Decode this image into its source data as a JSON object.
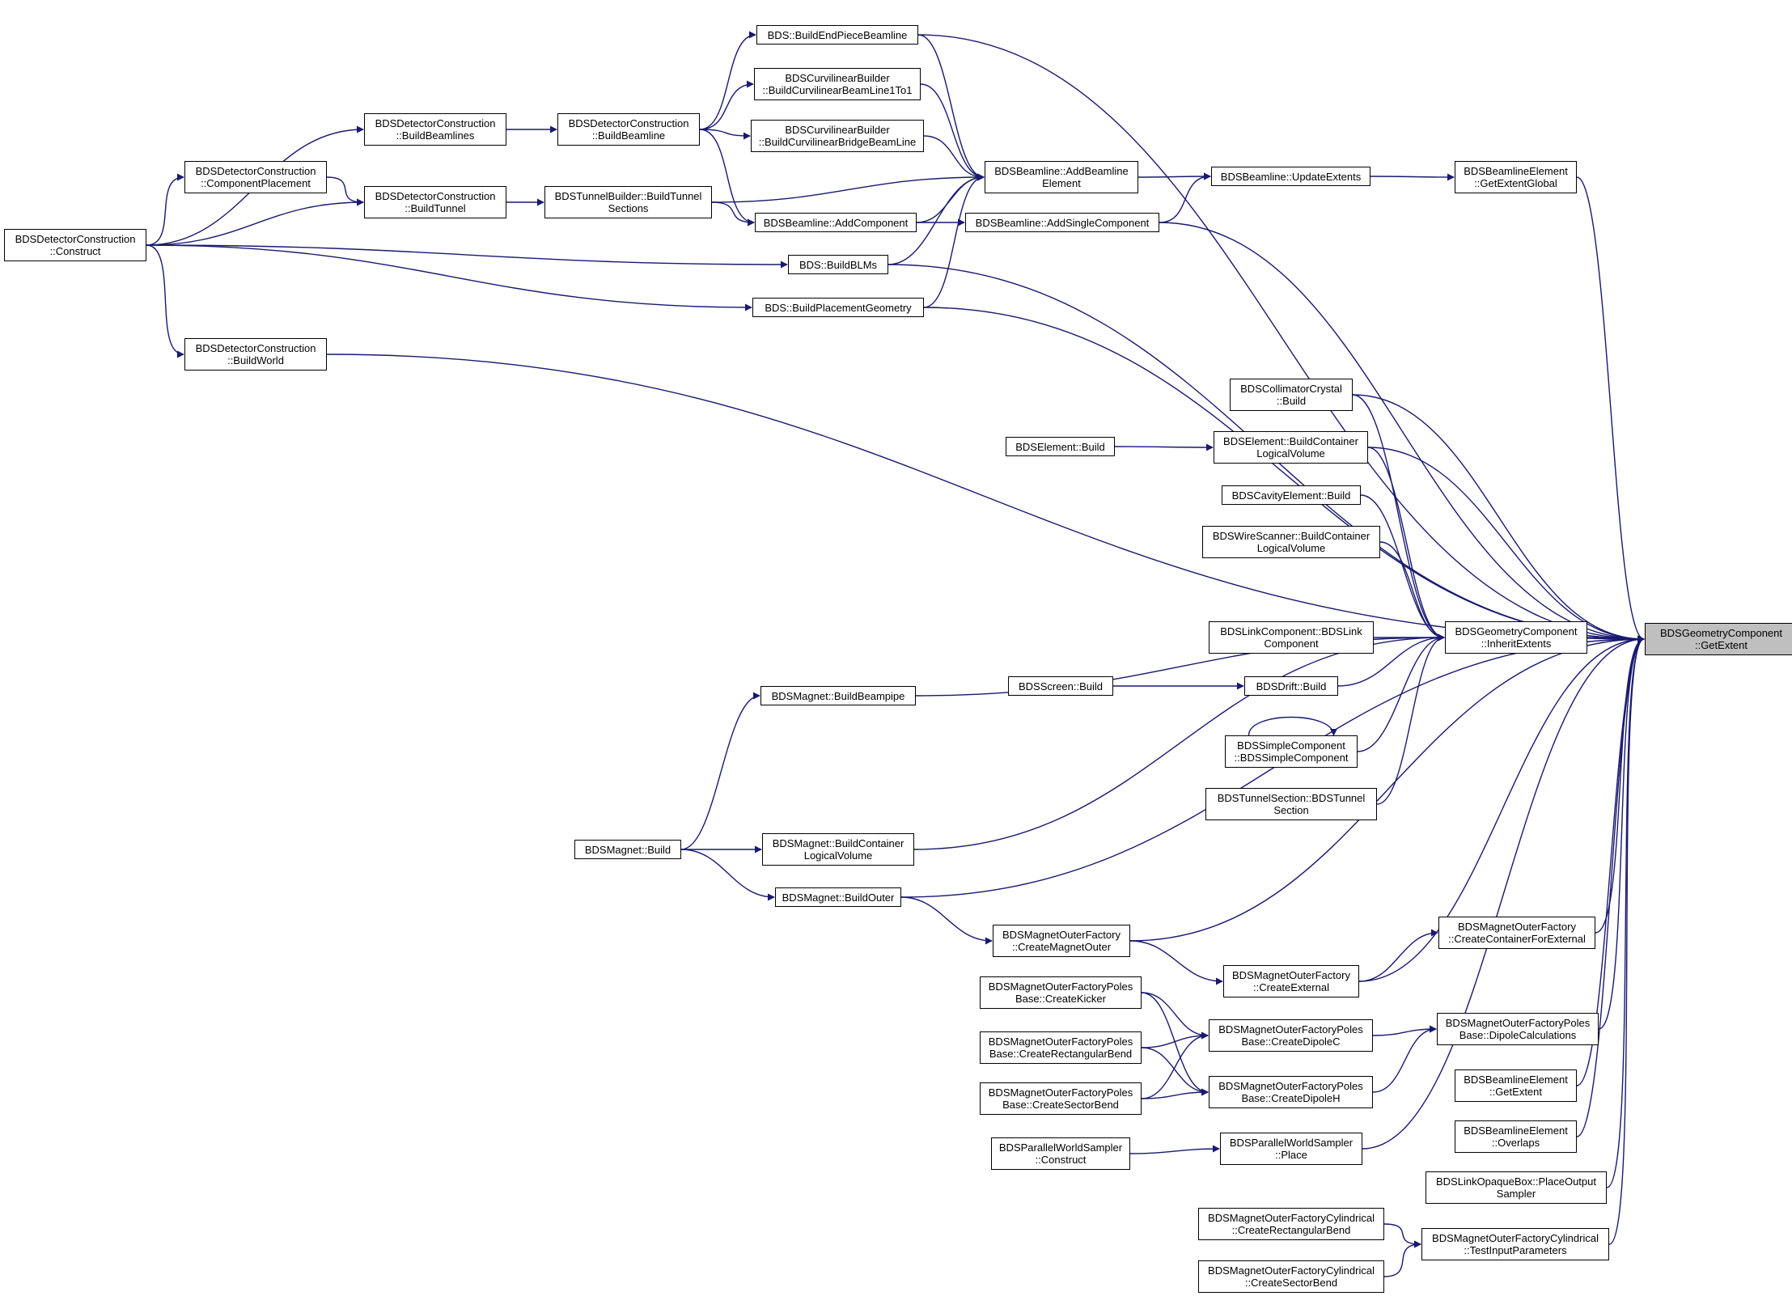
{
  "colors": {
    "edge": "#191970",
    "node_border": "#000000",
    "focus_fill": "#bfbfbf",
    "background": "#ffffff"
  },
  "nodes": [
    {
      "id": "getextent",
      "lines": [
        "BDSGeometryComponent",
        "::GetExtent"
      ],
      "focus": true
    },
    {
      "id": "buildendpiece",
      "lines": [
        "BDS::BuildEndPieceBeamline"
      ]
    },
    {
      "id": "curv1to1",
      "lines": [
        "BDSCurvilinearBuilder",
        "::BuildCurvilinearBeamLine1To1"
      ]
    },
    {
      "id": "curvbridge",
      "lines": [
        "BDSCurvilinearBuilder",
        "::BuildCurvilinearBridgeBeamLine"
      ]
    },
    {
      "id": "dc_buildbeamlines",
      "lines": [
        "BDSDetectorConstruction",
        "::BuildBeamlines"
      ]
    },
    {
      "id": "dc_buildbeamline",
      "lines": [
        "BDSDetectorConstruction",
        "::BuildBeamline"
      ]
    },
    {
      "id": "addbeamlineelement",
      "lines": [
        "BDSBeamline::AddBeamline",
        "Element"
      ]
    },
    {
      "id": "updateextents",
      "lines": [
        "BDSBeamline::UpdateExtents"
      ]
    },
    {
      "id": "getextentglobal",
      "lines": [
        "BDSBeamlineElement",
        "::GetExtentGlobal"
      ]
    },
    {
      "id": "dc_componentplacement",
      "lines": [
        "BDSDetectorConstruction",
        "::ComponentPlacement"
      ]
    },
    {
      "id": "dc_buildtunnel",
      "lines": [
        "BDSDetectorConstruction",
        "::BuildTunnel"
      ]
    },
    {
      "id": "tunnelbuilder",
      "lines": [
        "BDSTunnelBuilder::BuildTunnel",
        "Sections"
      ]
    },
    {
      "id": "addcomponent",
      "lines": [
        "BDSBeamline::AddComponent"
      ]
    },
    {
      "id": "addsinglecomponent",
      "lines": [
        "BDSBeamline::AddSingleComponent"
      ]
    },
    {
      "id": "dc_construct",
      "lines": [
        "BDSDetectorConstruction",
        "::Construct"
      ]
    },
    {
      "id": "buildblms",
      "lines": [
        "BDS::BuildBLMs"
      ]
    },
    {
      "id": "buildplacement",
      "lines": [
        "BDS::BuildPlacementGeometry"
      ]
    },
    {
      "id": "dc_buildworld",
      "lines": [
        "BDSDetectorConstruction",
        "::BuildWorld"
      ]
    },
    {
      "id": "collimatorcrystal",
      "lines": [
        "BDSCollimatorCrystal",
        "::Build"
      ]
    },
    {
      "id": "element_build",
      "lines": [
        "BDSElement::Build"
      ]
    },
    {
      "id": "element_container",
      "lines": [
        "BDSElement::BuildContainer",
        "LogicalVolume"
      ]
    },
    {
      "id": "cavity_build",
      "lines": [
        "BDSCavityElement::Build"
      ]
    },
    {
      "id": "wirescanner",
      "lines": [
        "BDSWireScanner::BuildContainer",
        "LogicalVolume"
      ]
    },
    {
      "id": "linkcomponent",
      "lines": [
        "BDSLinkComponent::BDSLink",
        "Component"
      ]
    },
    {
      "id": "inheritextents",
      "lines": [
        "BDSGeometryComponent",
        "::InheritExtents"
      ]
    },
    {
      "id": "screen_build",
      "lines": [
        "BDSScreen::Build"
      ]
    },
    {
      "id": "drift_build",
      "lines": [
        "BDSDrift::Build"
      ]
    },
    {
      "id": "simplecomponent",
      "lines": [
        "BDSSimpleComponent",
        "::BDSSimpleComponent"
      ]
    },
    {
      "id": "tunnelsection",
      "lines": [
        "BDSTunnelSection::BDSTunnel",
        "Section"
      ]
    },
    {
      "id": "magnet_beampipe",
      "lines": [
        "BDSMagnet::BuildBeampipe"
      ]
    },
    {
      "id": "magnet_build",
      "lines": [
        "BDSMagnet::Build"
      ]
    },
    {
      "id": "magnet_container",
      "lines": [
        "BDSMagnet::BuildContainer",
        "LogicalVolume"
      ]
    },
    {
      "id": "magnet_outer",
      "lines": [
        "BDSMagnet::BuildOuter"
      ]
    },
    {
      "id": "mof_createmagnetouter",
      "lines": [
        "BDSMagnetOuterFactory",
        "::CreateMagnetOuter"
      ]
    },
    {
      "id": "mof_containerforexternal",
      "lines": [
        "BDSMagnetOuterFactory",
        "::CreateContainerForExternal"
      ]
    },
    {
      "id": "mof_createexternal",
      "lines": [
        "BDSMagnetOuterFactory",
        "::CreateExternal"
      ]
    },
    {
      "id": "pb_kicker",
      "lines": [
        "BDSMagnetOuterFactoryPoles",
        "Base::CreateKicker"
      ]
    },
    {
      "id": "pb_dipolec",
      "lines": [
        "BDSMagnetOuterFactoryPoles",
        "Base::CreateDipoleC"
      ]
    },
    {
      "id": "pb_dipolecalc",
      "lines": [
        "BDSMagnetOuterFactoryPoles",
        "Base::DipoleCalculations"
      ]
    },
    {
      "id": "pb_rectbend",
      "lines": [
        "BDSMagnetOuterFactoryPoles",
        "Base::CreateRectangularBend"
      ]
    },
    {
      "id": "pb_sectorbend",
      "lines": [
        "BDSMagnetOuterFactoryPoles",
        "Base::CreateSectorBend"
      ]
    },
    {
      "id": "pb_dipoleh",
      "lines": [
        "BDSMagnetOuterFactoryPoles",
        "Base::CreateDipoleH"
      ]
    },
    {
      "id": "ble_getextent",
      "lines": [
        "BDSBeamlineElement",
        "::GetExtent"
      ]
    },
    {
      "id": "pws_construct",
      "lines": [
        "BDSParallelWorldSampler",
        "::Construct"
      ]
    },
    {
      "id": "pws_place",
      "lines": [
        "BDSParallelWorldSampler",
        "::Place"
      ]
    },
    {
      "id": "ble_overlaps",
      "lines": [
        "BDSBeamlineElement",
        "::Overlaps"
      ]
    },
    {
      "id": "linkopaque",
      "lines": [
        "BDSLinkOpaqueBox::PlaceOutput",
        "Sampler"
      ]
    },
    {
      "id": "cyl_rectbend",
      "lines": [
        "BDSMagnetOuterFactoryCylindrical",
        "::CreateRectangularBend"
      ]
    },
    {
      "id": "cyl_testinput",
      "lines": [
        "BDSMagnetOuterFactoryCylindrical",
        "::TestInputParameters"
      ]
    },
    {
      "id": "cyl_sectorbend",
      "lines": [
        "BDSMagnetOuterFactoryCylindrical",
        "::CreateSectorBend"
      ]
    }
  ],
  "edges": [
    [
      "dc_construct",
      "dc_buildbeamlines"
    ],
    [
      "dc_construct",
      "dc_componentplacement"
    ],
    [
      "dc_construct",
      "dc_buildtunnel"
    ],
    [
      "dc_construct",
      "buildblms"
    ],
    [
      "dc_construct",
      "buildplacement"
    ],
    [
      "dc_construct",
      "dc_buildworld"
    ],
    [
      "dc_buildbeamlines",
      "dc_buildbeamline"
    ],
    [
      "dc_componentplacement",
      "dc_buildtunnel"
    ],
    [
      "dc_buildtunnel",
      "tunnelbuilder"
    ],
    [
      "dc_buildbeamline",
      "buildendpiece"
    ],
    [
      "dc_buildbeamline",
      "curv1to1"
    ],
    [
      "dc_buildbeamline",
      "curvbridge"
    ],
    [
      "dc_buildbeamline",
      "addcomponent"
    ],
    [
      "tunnelbuilder",
      "addbeamlineelement"
    ],
    [
      "tunnelbuilder",
      "addcomponent"
    ],
    [
      "buildendpiece",
      "addbeamlineelement"
    ],
    [
      "curv1to1",
      "addbeamlineelement"
    ],
    [
      "curvbridge",
      "addbeamlineelement"
    ],
    [
      "addcomponent",
      "addbeamlineelement"
    ],
    [
      "addcomponent",
      "addsinglecomponent"
    ],
    [
      "buildblms",
      "addbeamlineelement"
    ],
    [
      "buildplacement",
      "addbeamlineelement"
    ],
    [
      "addbeamlineelement",
      "updateextents"
    ],
    [
      "addsinglecomponent",
      "updateextents"
    ],
    [
      "updateextents",
      "getextentglobal"
    ],
    [
      "getextentglobal",
      "getextent"
    ],
    [
      "buildendpiece",
      "getextent"
    ],
    [
      "addsinglecomponent",
      "getextent"
    ],
    [
      "buildblms",
      "getextent"
    ],
    [
      "buildplacement",
      "getextent"
    ],
    [
      "dc_buildworld",
      "getextent"
    ],
    [
      "collimatorcrystal",
      "getextent"
    ],
    [
      "element_container",
      "getextent"
    ],
    [
      "inheritextents",
      "getextent"
    ],
    [
      "magnet_outer",
      "getextent"
    ],
    [
      "mof_createmagnetouter",
      "getextent"
    ],
    [
      "mof_containerforexternal",
      "getextent"
    ],
    [
      "mof_createexternal",
      "getextent"
    ],
    [
      "pb_dipolecalc",
      "getextent"
    ],
    [
      "ble_getextent",
      "getextent"
    ],
    [
      "ble_overlaps",
      "getextent"
    ],
    [
      "linkopaque",
      "getextent"
    ],
    [
      "cyl_testinput",
      "getextent"
    ],
    [
      "pws_place",
      "getextent"
    ],
    [
      "element_build",
      "element_container"
    ],
    [
      "collimatorcrystal",
      "inheritextents"
    ],
    [
      "element_container",
      "inheritextents"
    ],
    [
      "cavity_build",
      "inheritextents"
    ],
    [
      "wirescanner",
      "inheritextents"
    ],
    [
      "linkcomponent",
      "inheritextents"
    ],
    [
      "drift_build",
      "inheritextents"
    ],
    [
      "simplecomponent",
      "inheritextents"
    ],
    [
      "tunnelsection",
      "inheritextents"
    ],
    [
      "magnet_beampipe",
      "inheritextents"
    ],
    [
      "magnet_container",
      "inheritextents"
    ],
    [
      "screen_build",
      "drift_build"
    ],
    [
      "simplecomponent",
      "simplecomponent"
    ],
    [
      "magnet_build",
      "magnet_beampipe"
    ],
    [
      "magnet_build",
      "magnet_container"
    ],
    [
      "magnet_build",
      "magnet_outer"
    ],
    [
      "magnet_outer",
      "mof_createmagnetouter"
    ],
    [
      "mof_createmagnetouter",
      "mof_createexternal"
    ],
    [
      "mof_createexternal",
      "mof_containerforexternal"
    ],
    [
      "pb_kicker",
      "pb_dipolec"
    ],
    [
      "pb_kicker",
      "pb_dipoleh"
    ],
    [
      "pb_rectbend",
      "pb_dipolec"
    ],
    [
      "pb_rectbend",
      "pb_dipoleh"
    ],
    [
      "pb_sectorbend",
      "pb_dipolec"
    ],
    [
      "pb_sectorbend",
      "pb_dipoleh"
    ],
    [
      "pb_dipolec",
      "pb_dipolecalc"
    ],
    [
      "pb_dipoleh",
      "pb_dipolecalc"
    ],
    [
      "pws_construct",
      "pws_place"
    ],
    [
      "cyl_rectbend",
      "cyl_testinput"
    ],
    [
      "cyl_sectorbend",
      "cyl_testinput"
    ]
  ]
}
